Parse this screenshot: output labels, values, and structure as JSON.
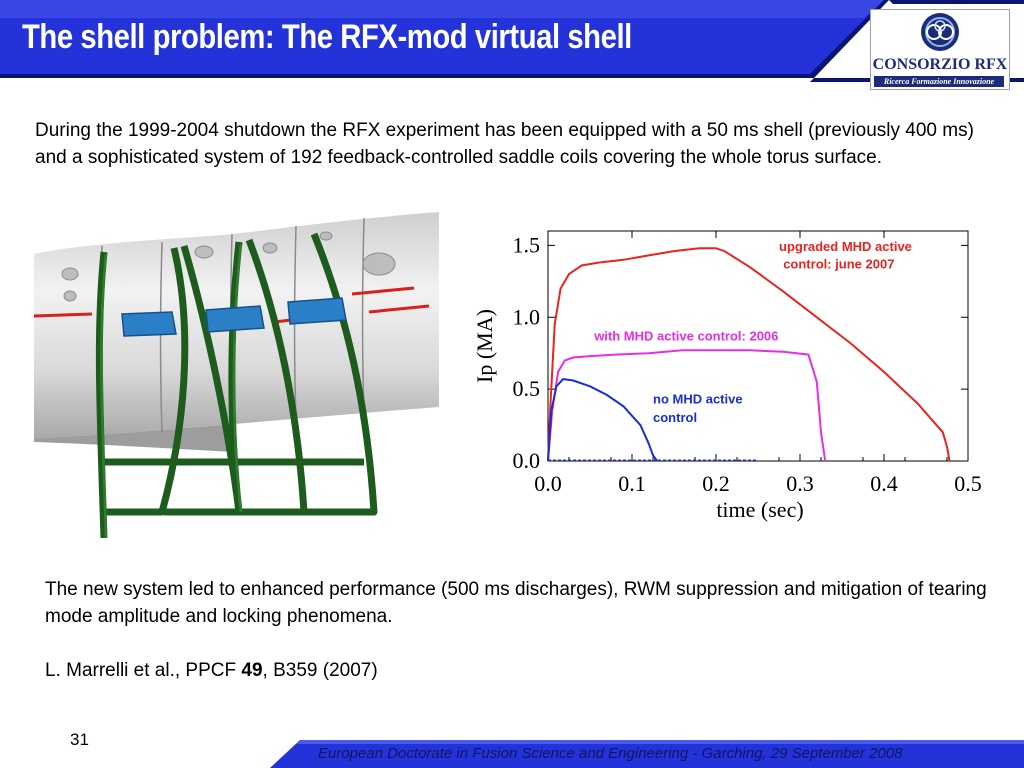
{
  "header": {
    "title": "The shell problem: The RFX-mod virtual shell",
    "logo_name": "CONSORZIO RFX",
    "logo_tagline": "Ricerca Formazione Innovazione"
  },
  "intro": "During the 1999-2004 shutdown the RFX experiment has been equipped with a 50 ms shell (previously 400 ms) and a sophisticated system of 192 feedback-controlled saddle coils covering the whole torus surface.",
  "body_text": "The new system led to enhanced performance (500 ms discharges), RWM suppression and mitigation of tearing mode amplitude and locking phenomena.",
  "reference": {
    "authors": "L. Marrelli et al., PPCF ",
    "volume": "49",
    "pages": ", B359 (2007)"
  },
  "page_number": "31",
  "footer": "European Doctorate in Fusion Science and Engineering  -  Garching, 29 September 2008",
  "colors": {
    "header_blue": "#1f2fd8",
    "header_dark": "#0b1470",
    "series_red": "#e8241f",
    "series_magenta": "#e62ee6",
    "series_blue": "#1a2ed6",
    "coil_green": "#1e5c1e",
    "coil_blue": "#2a7fc7"
  },
  "chart_data": {
    "type": "line",
    "xlabel": "time (sec)",
    "ylabel": "Ip (MA)",
    "xlim": [
      0,
      0.5
    ],
    "ylim": [
      0,
      1.6
    ],
    "xticks": [
      "0.0",
      "0.1",
      "0.2",
      "0.3",
      "0.4",
      "0.5"
    ],
    "yticks": [
      "0.0",
      "0.5",
      "1.0",
      "1.5"
    ],
    "series": [
      {
        "color": "#e8241f",
        "x": [
          0,
          0.003,
          0.008,
          0.015,
          0.025,
          0.04,
          0.06,
          0.09,
          0.12,
          0.15,
          0.18,
          0.2,
          0.21,
          0.24,
          0.28,
          0.32,
          0.36,
          0.4,
          0.44,
          0.47,
          0.475,
          0.478
        ],
        "y": [
          0,
          0.4,
          0.95,
          1.2,
          1.3,
          1.36,
          1.38,
          1.4,
          1.43,
          1.46,
          1.48,
          1.48,
          1.46,
          1.35,
          1.18,
          1.0,
          0.82,
          0.62,
          0.4,
          0.2,
          0.1,
          0
        ]
      },
      {
        "color": "#e62ee6",
        "x": [
          0,
          0.005,
          0.012,
          0.02,
          0.03,
          0.05,
          0.08,
          0.12,
          0.16,
          0.2,
          0.24,
          0.28,
          0.31,
          0.32,
          0.325,
          0.33
        ],
        "y": [
          0,
          0.35,
          0.62,
          0.7,
          0.72,
          0.73,
          0.74,
          0.75,
          0.77,
          0.77,
          0.77,
          0.76,
          0.74,
          0.55,
          0.2,
          0
        ]
      },
      {
        "color": "#1a2ed6",
        "x": [
          0,
          0.004,
          0.01,
          0.018,
          0.03,
          0.05,
          0.07,
          0.09,
          0.11,
          0.12,
          0.125,
          0.13
        ],
        "y": [
          0,
          0.35,
          0.52,
          0.57,
          0.56,
          0.52,
          0.46,
          0.38,
          0.25,
          0.12,
          0.04,
          0
        ]
      }
    ],
    "annotations": [
      {
        "text": "upgraded MHD active",
        "x": 0.275,
        "y": 1.46,
        "color": "#e8241f"
      },
      {
        "text": "control: june 2007",
        "x": 0.28,
        "y": 1.34,
        "color": "#e8241f"
      },
      {
        "text": "with MHD active control: 2006",
        "x": 0.055,
        "y": 0.84,
        "color": "#e62ee6"
      },
      {
        "text": "no MHD active",
        "x": 0.125,
        "y": 0.4,
        "color": "#1a2ed6"
      },
      {
        "text": "control",
        "x": 0.125,
        "y": 0.27,
        "color": "#1a2ed6"
      }
    ]
  }
}
